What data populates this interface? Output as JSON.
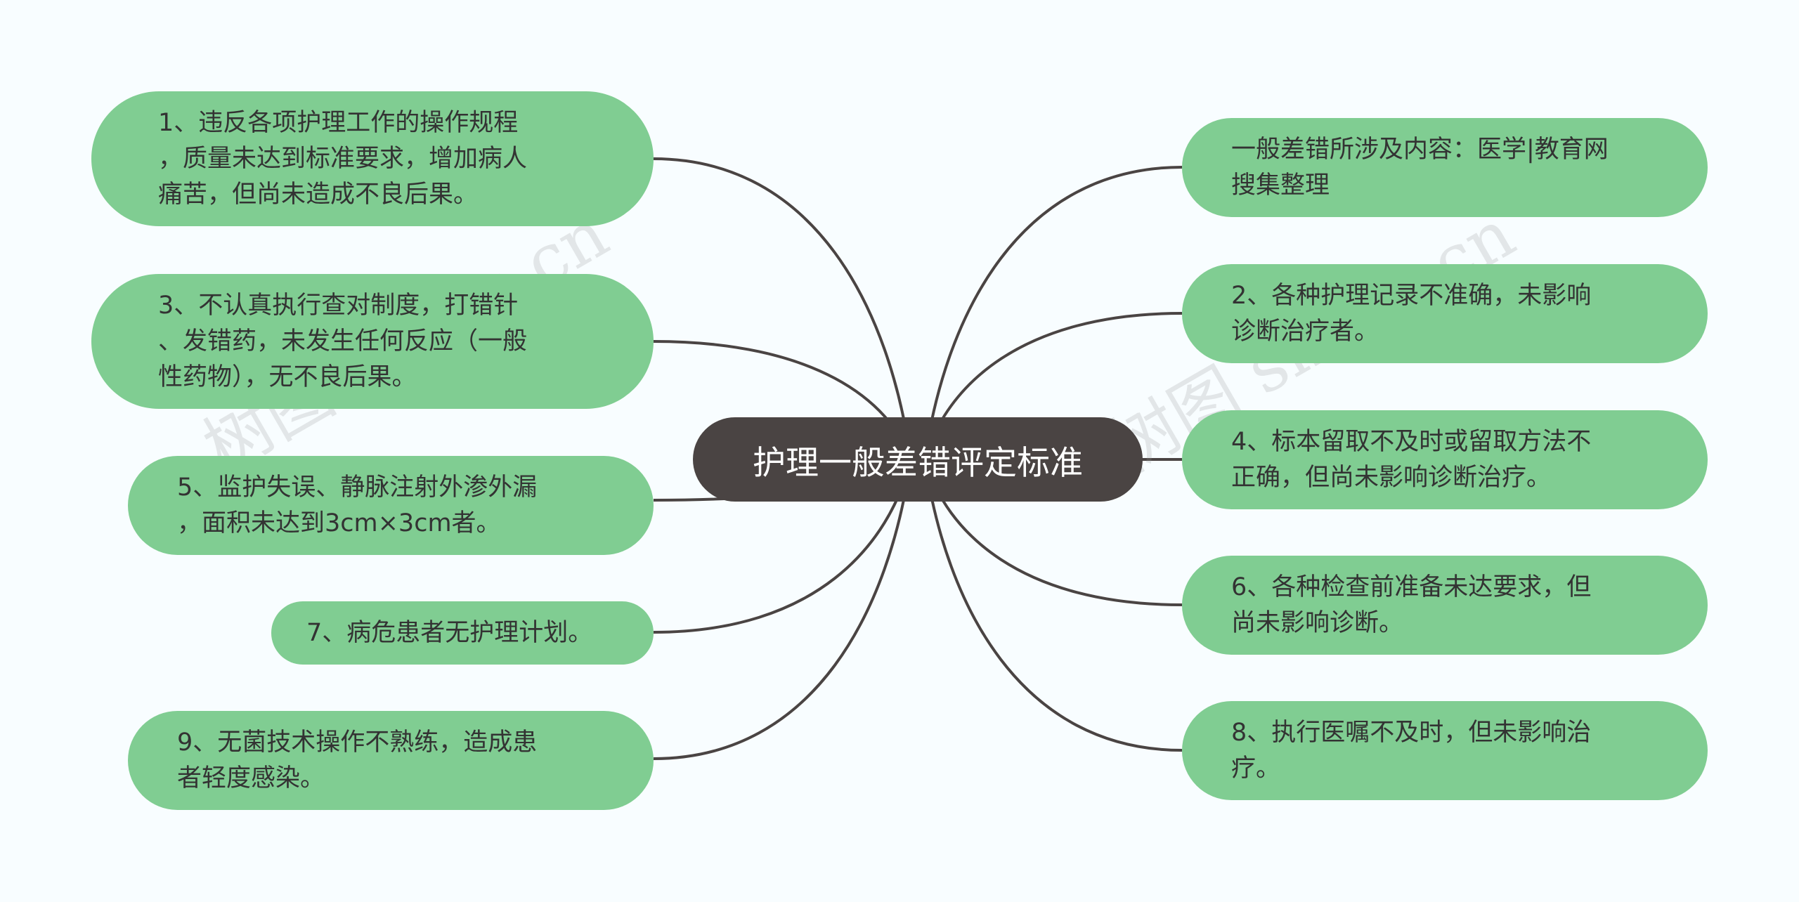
{
  "center": {
    "title": "护理一般差错评定标准"
  },
  "left_nodes": [
    {
      "text": "1、违反各项护理工作的操作规程\n，质量未达到标准要求，增加病人\n痛苦，但尚未造成不良后果。"
    },
    {
      "text": "3、不认真执行查对制度，打错针\n、发错药，未发生任何反应（一般\n性药物），无不良后果。"
    },
    {
      "text": "5、监护失误、静脉注射外渗外漏\n，面积未达到3cm×3cm者。"
    },
    {
      "text": "7、病危患者无护理计划。"
    },
    {
      "text": "9、无菌技术操作不熟练，造成患\n者轻度感染。"
    }
  ],
  "right_nodes": [
    {
      "text": "一般差错所涉及内容：医学|教育网\n搜集整理"
    },
    {
      "text": "2、各种护理记录不准确，未影响\n诊断治疗者。"
    },
    {
      "text": "4、标本留取不及时或留取方法不\n正确，但尚未影响诊断治疗。"
    },
    {
      "text": "6、各种检查前准备未达要求，但\n尚未影响诊断。"
    },
    {
      "text": "8、执行医嘱不及时，但未影响治\n疗。"
    }
  ],
  "watermarks": [
    {
      "text": "树图 shutu.cn"
    },
    {
      "text": "树图 shutu.cn"
    }
  ],
  "colors": {
    "node_fill": "#80cd92",
    "center_fill": "#4a4443",
    "edge": "#4a4443",
    "background": "#f8fdff"
  }
}
